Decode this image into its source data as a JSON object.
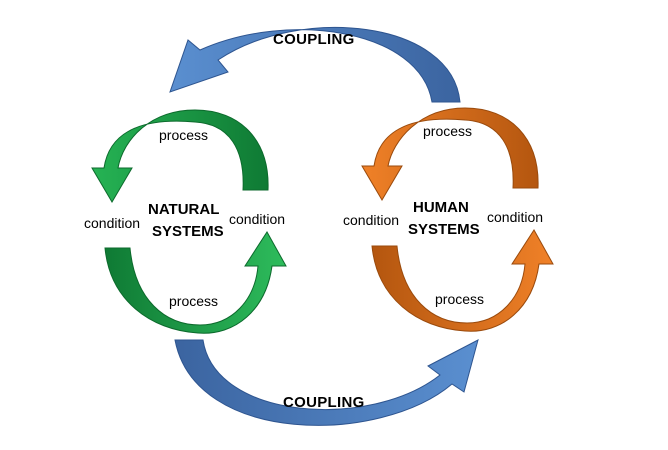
{
  "colors": {
    "coupling_arrow": "#4f81bd",
    "coupling_arrow_dark": "#3a65a0",
    "natural_arrow": "#1faa4a",
    "natural_arrow_dark": "#0f7a34",
    "human_arrow": "#e8731e",
    "human_arrow_dark": "#b4560f"
  },
  "coupling": {
    "top_label": "COUPLING",
    "bottom_label": "COUPLING"
  },
  "natural": {
    "title_line1": "NATURAL",
    "title_line2": "SYSTEMS",
    "process_top": "process",
    "process_bottom": "process",
    "condition_left": "condition",
    "condition_right": "condition"
  },
  "human": {
    "title_line1": "HUMAN",
    "title_line2": "SYSTEMS",
    "process_top": "process",
    "process_bottom": "process",
    "condition_left": "condition",
    "condition_right": "condition"
  }
}
